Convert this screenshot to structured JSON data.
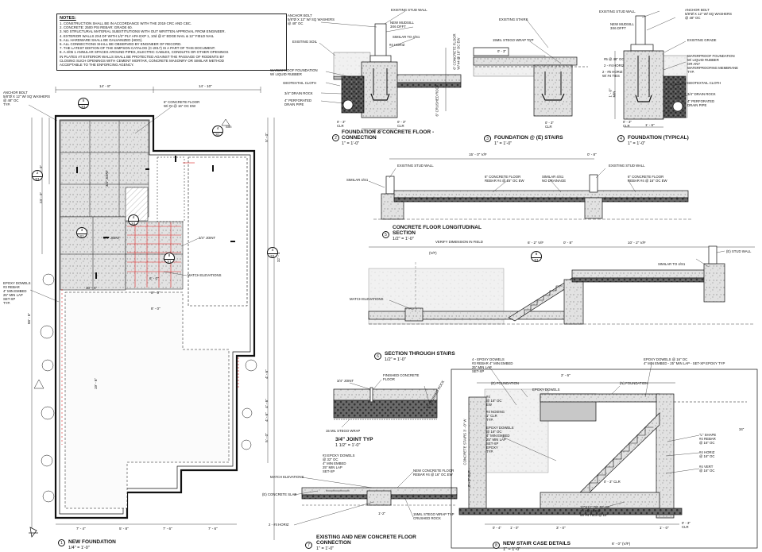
{
  "notes": {
    "heading": "NOTES:",
    "lines": [
      "1. CONSTRUCTION SHALL BE IN ACCORDANCE WITH THE 2019 CRC AND CBC.",
      "2. CONCRETE: 2500 PSI REBAR: GRADE 60.",
      "3. NO STRUCTURAL MATERIAL SUBSTITUTIONS WITH OUT WRITTEN APPROVAL FROM ENGINEER.",
      "4. EXTERIOR WALLS 2X4 DF WITH 1/2\" PLY APA EXP 1, 10d @ 6\" EDGE NAIL & 12\" FIELD NAIL",
      "5. ALL HARDWARE SHALL BE GALVANIZED (HDG).",
      "6. ALL CONNECTIONS SHALL BE OBSERVED BY ENGINEER OF RECORD.",
      "7. THE LATEST EDITION OF THE SIMPSON CATALOG (C-2017) IS A PART OF THIS DOCUMENT.",
      "8. A 4/06 1 ANNULAR SPACES AROUND PIPES, ELECTRIC CABLES, CONDUITS OR OTHER OPENINGS",
      "IN PLATES AT EXTERIOR WALLS SHALL BE PROTECTED AGAINST THE PASSAGE OF RODENTS BY",
      "CLOSING SUCH OPENINGS WITH CEMENT MORTAR, CONCRETE MASONRY OR SIMILAR METHOD",
      "ACCEPTABLE TO THE ENFORCING AGENCY."
    ]
  },
  "plan": {
    "title": "NEW FOUNDATION",
    "scale": "1/4\" = 1'-0\"",
    "number": "1",
    "dims_top": [
      "14' - 8\"",
      "14' - 10\""
    ],
    "dims_bottom": [
      "7' - 4\"",
      "5' - 8\"",
      "7' - 6\"",
      "7' - 6\""
    ],
    "dims_left": [
      "58' - 6\"",
      "15' - 0\"",
      "23' - 0\""
    ],
    "dims_right": [
      "32' - 0\"",
      "5' - 0\"",
      "4' - 6\"",
      "4' - 6\"",
      "4' - 6\"",
      "5' - 0\"",
      "19' - 6\""
    ],
    "dim_inner_1": "10' - 4\"",
    "dim_inner_2": "8' - 0\"",
    "dim_inner_3": "8' - 0\"",
    "dim_inner_4": "6' - 0\"",
    "anchor_bolt": [
      "ANCHOR BOLT",
      "5/8\"Ø X 12\" W/ SQ WASHERS",
      "@ 48\" OC",
      "TYP."
    ],
    "concrete_floor": [
      "6\" CONCRETE FLOOR",
      "W/ #4 @ 16\" OC EW"
    ],
    "joint_1": "3/4\" JOINT",
    "joint_2": "3/4\" JOINT",
    "joint_3": "3/4\" JOINT",
    "match_elev": "MATCH ELEVATIONS",
    "epoxy": [
      "EPOXY DOWELS",
      "#3 REBAR",
      "4\" MIN EMBED",
      "25\" MIN LAP",
      "SET-XP",
      "TYP."
    ],
    "sim": "Sim",
    "bubbles": [
      {
        "n": "5",
        "s": "S1"
      },
      {
        "n": "4",
        "s": "S1"
      },
      {
        "n": "2",
        "s": "S1"
      },
      {
        "n": "3",
        "s": "S1"
      },
      {
        "n": "4",
        "s": "S1"
      },
      {
        "n": "8",
        "s": "S1"
      },
      {
        "n": "4",
        "s": "S1"
      }
    ]
  },
  "d2": {
    "number": "2",
    "title": "FOUNDATION & CONCRETE FLOOR -",
    "title2": "CONNECTION",
    "scale": "1\" = 1'-0\"",
    "labels": [
      "ANCHOR BOLT",
      "5/8\"Ø X 12\" W/ SQ WASHERS",
      "@ 48\" OC",
      "EXISTING SOIL",
      "WATERPROOF FOUNDATION",
      "W/ LIQUID RUBBER",
      "GEOTEXTAIL CLOTH",
      "3/4\" DRAIN ROCK",
      "4\" PERFORATED",
      "DRAIN PIPE",
      "EXISTING STUD WALL",
      "NEW MUDSILL",
      "3X6 DFFT",
      "SIMILAR TO 4/S1",
      "#4 HORIZ",
      "6\" CONCRETE FLOOR",
      "W/ #4 @ 16\" OC EW",
      "6\" CRUSHED ROCK",
      "2' - 0\"",
      "0' - 3\"",
      "CLR",
      "0' - 3\"",
      "CLR"
    ]
  },
  "d3": {
    "number": "3",
    "title": "FOUNDATION @ (E) STAIRS",
    "scale": "1\" = 1'-0\"",
    "labels": [
      "EXISTING STAIRS",
      "15MIL STEGO WRAP TYP",
      "0' - 3\"",
      "0' - 3\"",
      "CLR"
    ]
  },
  "d4": {
    "number": "4",
    "title": "FOUNDATION (TYPICAL)",
    "scale": "1\" = 1'-0\"",
    "labels": [
      "EXISTING STUD WALL",
      "NEW MUDSILL",
      "3X6 DFFT",
      "ANCHOR BOLT",
      "5/8\"Ø X 12\" W/ SQ WASHERS",
      "@ 48\" OC",
      "EXISTING GRADE",
      "#5 @ 48\" OC",
      "2 - #4 HORIZ",
      "2 - #5 HORIZ",
      "W/ #4 TIES",
      "WATERPROOF FOUNDATION",
      "W/ LIQUID RUBBER",
      "OR ANY",
      "WATERPROOFING MEMBRANE",
      "TYP.",
      "GEOTEXTAIL CLOTH",
      "3/4\" DRAIN ROCK",
      "4\" PERFORATED",
      "DRAIN PIPE",
      "1' - 6\"",
      "0' - 3\"",
      "CLR",
      "1' - 0\"",
      "MIN"
    ]
  },
  "d5": {
    "number": "5",
    "title": "CONCRETE FLOOR LONGITUDINAL",
    "title2": "SECTION",
    "scale": "1/2\" = 1'-0\"",
    "labels": [
      "15' - 0\" V/F",
      "0' - 8\"",
      "EXISTING STUD WALL",
      "EXISTING STUD WALL",
      "SIMILAR 4/S1",
      "6\" CONCRETE FLOOR",
      "REBAR #4 @ 16\" OC EW",
      "SIMILAR 4/S1",
      "NO DRAINAGE",
      "6\" CONCRETE FLOOR",
      "REBAR #4 @ 16\" OC EW"
    ]
  },
  "d6": {
    "number": "6",
    "title": "SECTION THROUGH STAIRS",
    "scale": "1/2\" = 1'-0\"",
    "labels": [
      "VERIFY DIMENSION IN FIELD",
      "(V/F)",
      "6' - 2\" V/F",
      "0' - 8\"",
      "10' - 2\" V/F",
      "(E) STUD WALL",
      "SIMILAR TO 4/S1",
      "MATCH ELEVATIONS"
    ],
    "bubble": {
      "n": "8",
      "s": "S1"
    }
  },
  "d7": {
    "number": "7",
    "title": "EXISTING AND NEW CONCRETE FLOOR",
    "title2": "CONNECTION",
    "scale": "1\" = 1'-0\"",
    "labels": [
      "#3 EPOXY DOWELS",
      "@ 32\" OC",
      "4\" MIN EMBED",
      "25\" MIN LAP",
      "SET-XP",
      "MATCH ELEVATIONS",
      "(E) CONCRETE SLAB",
      "NEW CONCRETE FLOOR",
      "REBAR #4 @ 16\" OC EW",
      "2 - #4 HORIZ",
      "15MIL STEGO WRAP TYP",
      "CRUSHED ROCK",
      "1'-2\""
    ]
  },
  "joint_typ": {
    "title": "3/4\" JOINT TYP",
    "scale": "1 1/2\" = 1'-0\"",
    "labels": [
      "3/4\" JOINT",
      "FINISHED CONCRETE",
      "FLOOR",
      "6\" CRUSHED ROCK",
      "15 MIL STEGO WRAP"
    ]
  },
  "d8": {
    "number": "8",
    "title": "NEW STAIR CASE DETAILS",
    "scale": "1\" = 1'-0\"",
    "labels": [
      "4 - EPOXY DOWELS",
      "#3 REBAR 4\" MIN EMBED",
      "25\" MIN LAP",
      "SET-XP",
      "EPOXY DOWELS @ 16\" OC",
      "4\" MIN EMBED - 25\" MIN LAP - SET-XP EPOXY TYP",
      "2' - 6\"",
      "(E) FOUNDATION",
      "EPOXY DOWELS",
      "(N) FOUNDATION",
      "#4",
      "@ 16\" OC",
      "EW",
      "#4 NOSING",
      "1\" CLR",
      "TYP.",
      "EPOXY DOWELS",
      "@ 16\" OC",
      "4\" MIN EMBED",
      "25\" MIN LAP",
      "SET-XP",
      "EPOXY",
      "TYP.",
      "CONCRETE STAIRS 3' - 0\" W",
      "\"L\" SHAPE",
      "#4 REBAR",
      "@ 16\" OC",
      "#4 HORIZ",
      "@ 16\" OC",
      "#4 VERT",
      "@ 16\" OC",
      "12\"X12\" TIE BEAM",
      "2 - #5 HORIZ",
      "W/ #4 TIES @ 12\"",
      "0' - 3\" CLR",
      "0' - 4\"",
      "1' - 0\"",
      "0' - 3\" CLR",
      "3' - 0\"",
      "1' - 0\"",
      "0' - 3\"",
      "CLR",
      "6' - 0\" (V/F)",
      "34\""
    ]
  }
}
